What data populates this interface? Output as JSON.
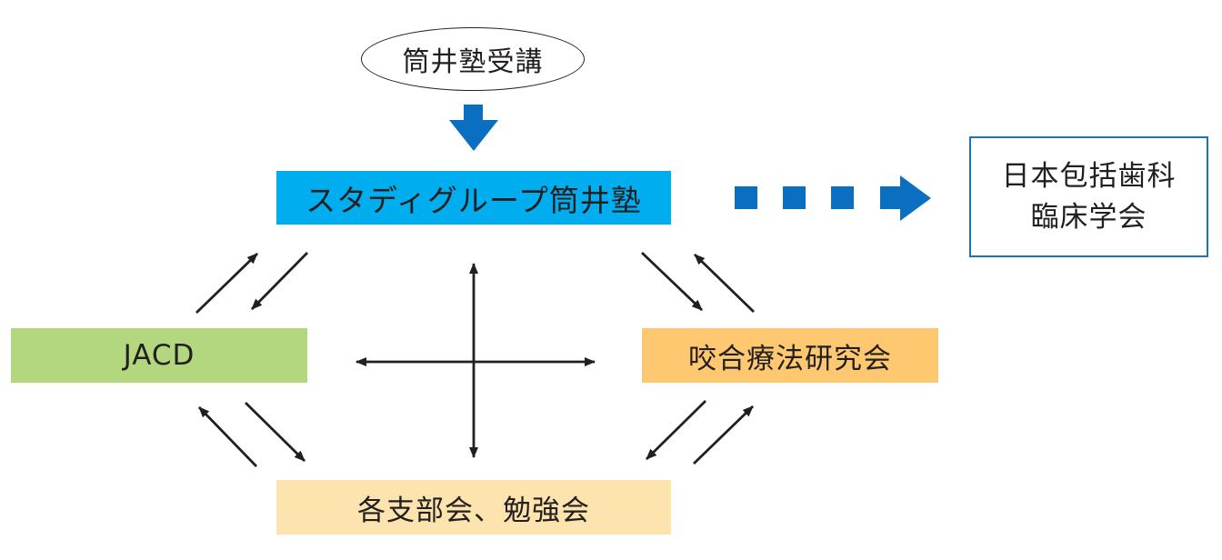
{
  "nodes": {
    "top": "筒井塾受講",
    "center": "スタディグループ筒井塾",
    "right_line1": "日本包括歯科",
    "right_line2": "臨床学会",
    "left": "JACD",
    "mid_right": "咬合療法研究会",
    "bottom": "各支部会、勉強会"
  },
  "colors": {
    "blue_arrow": "#0a6fc0",
    "center_fill": "#00aeef",
    "right_border": "#1b75bb",
    "left_fill": "#b3d77f",
    "mid_right_fill": "#fdc870",
    "bottom_fill": "#fde3ad",
    "arrow_line": "#231f20"
  },
  "icons": {
    "down_arrow": "thick-down-arrow-icon",
    "dotted_arrow": "dotted-right-arrow-icon",
    "bidirectional": "two-way-arrow-icon"
  }
}
